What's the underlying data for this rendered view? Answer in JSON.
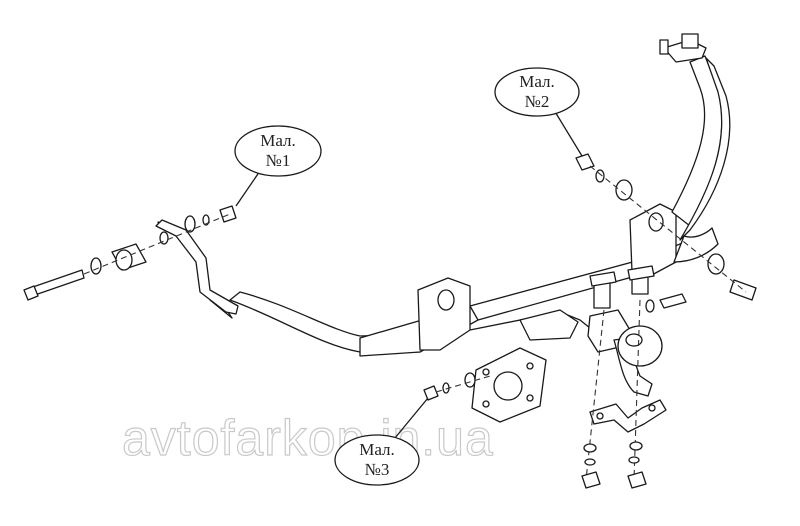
{
  "diagram": {
    "callouts": [
      {
        "id": "1",
        "line1": "Мал.",
        "line2": "№1"
      },
      {
        "id": "2",
        "line1": "Мал.",
        "line2": "№2"
      },
      {
        "id": "3",
        "line1": "Мал.",
        "line2": "№3"
      }
    ],
    "watermark": "avtofarkop.in.ua",
    "colors": {
      "line": "#1a1a1a",
      "background": "#ffffff",
      "watermark_outline": "#c9c9c9"
    }
  }
}
